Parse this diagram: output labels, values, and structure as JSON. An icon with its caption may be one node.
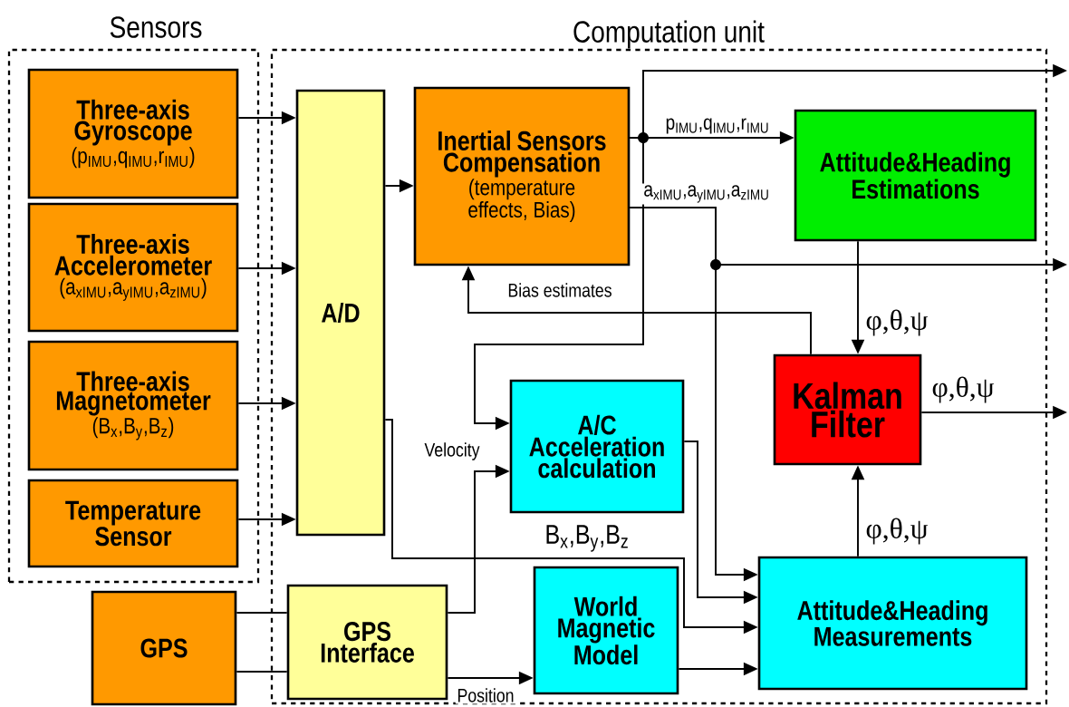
{
  "diagram": {
    "nodes": [
      {
        "text": [
          "Sensors"
        ]
      },
      {
        "text": [
          "Computation unit"
        ]
      },
      {
        "text": [
          "Three-axis Gyroscope",
          "(p$_{IMU}$,q$_{IMU}$,r$_{IMU}$)"
        ],
        "in": 0
      },
      {
        "text": [
          "Three-axis Accelerometer",
          "(a$_{xIMU}$,a$_{yIMU}$,a$_{zIMU}$)"
        ],
        "in": 0
      },
      {
        "text": [
          "Three-axis Magnetometer",
          "(B$_{x}$,B$_{y}$,B$_{z}$)"
        ],
        "in": 0
      },
      {
        "text": [
          "Temperature Sensor"
        ],
        "in": 0
      },
      {
        "text": [
          "GPS"
        ]
      },
      {
        "text": [
          "A/D"
        ],
        "in": 1
      },
      {
        "text": [
          "Inertial Sensors Compensation",
          "(temperature effects, Bias)"
        ],
        "in": 1
      },
      {
        "text": [
          "Attitude&Heading Estimations"
        ],
        "in": 1
      },
      {
        "text": [
          "Kalman Filter"
        ],
        "in": 1
      },
      {
        "text": [
          "A/C Acceleration calculation"
        ],
        "in": 1
      },
      {
        "text": [
          "GPS Interface"
        ],
        "in": 1
      },
      {
        "text": [
          "World Magnetic Model"
        ],
        "in": 1
      },
      {
        "text": [
          "Attitude&Heading Measurements"
        ],
        "in": 1
      }
    ],
    "edges": [
      {
        "from": 2,
        "to": 7,
        "arrow": "to"
      },
      {
        "from": 3,
        "to": 7,
        "arrow": "to"
      },
      {
        "from": 4,
        "to": 7,
        "arrow": "to"
      },
      {
        "from": 5,
        "to": 7,
        "arrow": "to"
      },
      {
        "from": 7,
        "to": 8,
        "arrow": "to"
      },
      {
        "from": 8,
        "to": 9,
        "arrow": "to",
        "label": "p$_{IMU}$,q$_{IMU}$,r$_{IMU}$"
      },
      {
        "from": 8,
        "to": null,
        "arrow": "to"
      },
      {
        "from": 8,
        "to": 11,
        "arrow": "to"
      },
      {
        "from": 8,
        "to": 14,
        "arrow": "to",
        "label": "a$_{xIMU}$,a$_{yIMU}$,a$_{zIMU}$"
      },
      {
        "from": 8,
        "to": null,
        "arrow": "to"
      },
      {
        "from": 10,
        "to": 8,
        "arrow": "to",
        "label": "Bias estimates"
      },
      {
        "from": 9,
        "to": 10,
        "arrow": "to",
        "label": "φ,θ,ψ"
      },
      {
        "from": 10,
        "to": null,
        "arrow": "to",
        "label": "φ,θ,ψ"
      },
      {
        "from": 14,
        "to": 10,
        "arrow": "to",
        "label": "φ,θ,ψ"
      },
      {
        "from": 11,
        "to": 14,
        "arrow": "to"
      },
      {
        "from": 7,
        "to": 14,
        "arrow": "to",
        "label": "B$_{x}$,B$_{y}$,B$_{z}$"
      },
      {
        "from": 13,
        "to": 14,
        "arrow": "to"
      },
      {
        "from": 6,
        "to": 12,
        "arrow": "none"
      },
      {
        "from": 6,
        "to": 12,
        "arrow": "none"
      },
      {
        "from": 12,
        "to": 11,
        "arrow": "to",
        "label": "Velocity"
      },
      {
        "from": 12,
        "to": 13,
        "arrow": "to",
        "label": "Position"
      }
    ]
  }
}
